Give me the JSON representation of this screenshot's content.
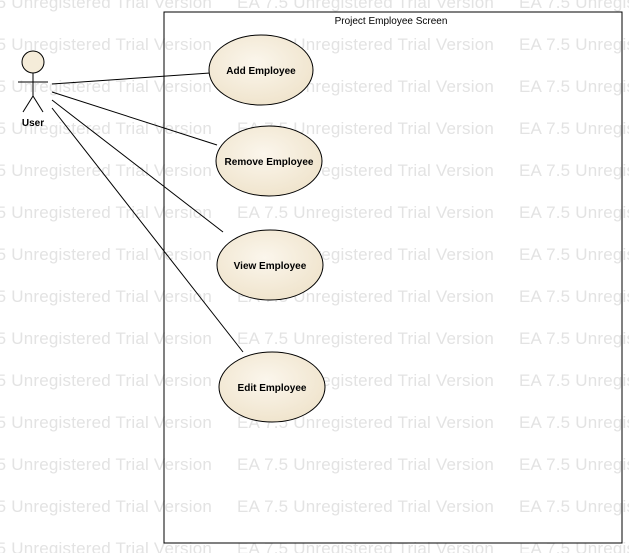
{
  "watermark_text": "EA 7.5 Unregistered Trial Version",
  "system": {
    "title": "Project Employee Screen"
  },
  "actor": {
    "name": "User"
  },
  "use_cases": [
    {
      "id": "add",
      "label": "Add Employee"
    },
    {
      "id": "remove",
      "label": "Remove Employee"
    },
    {
      "id": "view",
      "label": "View Employee"
    },
    {
      "id": "edit",
      "label": "Edit Employee"
    }
  ],
  "colors": {
    "use_case_fill": "#f5ecd9",
    "use_case_stroke": "#000000",
    "watermark": "#e3e3e3"
  }
}
